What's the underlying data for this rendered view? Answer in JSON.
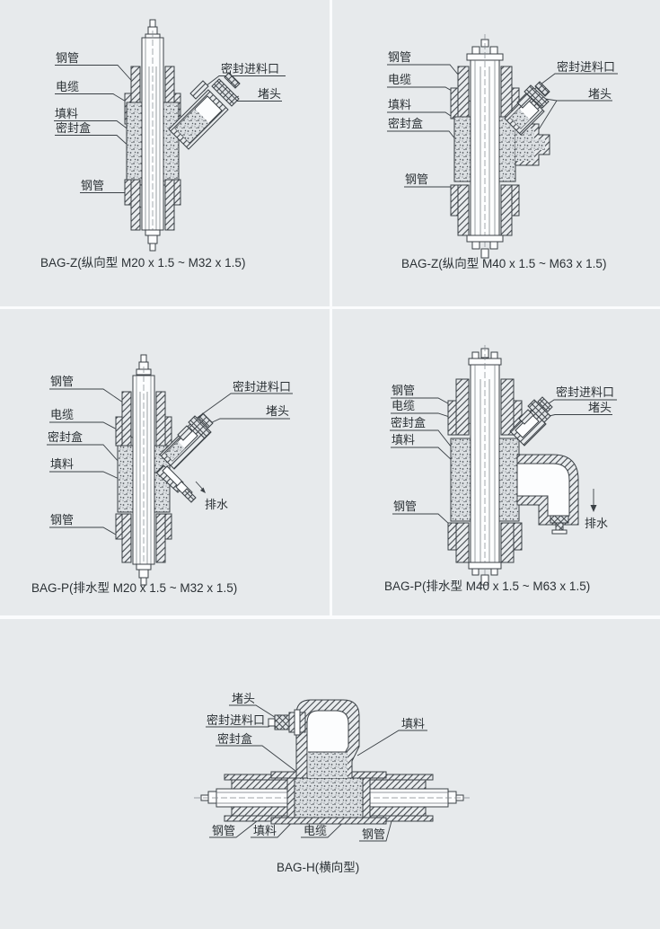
{
  "page": {
    "background": "#e7eaec",
    "divider_color": "#fbfcfd",
    "line_color": "#3b4146",
    "text_color": "#2b3135"
  },
  "panels": [
    {
      "id": "bag-z-small",
      "caption": "BAG-Z(纵向型 M20 x 1.5 ~ M32 x 1.5)",
      "labels": {
        "steel_pipe_top": "钢管",
        "cable": "电缆",
        "filler": "填料",
        "seal_box": "密封盒",
        "steel_pipe_bottom": "钢管",
        "seal_inlet": "密封进料口",
        "plug": "堵头"
      }
    },
    {
      "id": "bag-z-large",
      "caption": "BAG-Z(纵向型 M40 x 1.5 ~ M63 x 1.5)",
      "labels": {
        "steel_pipe_top": "钢管",
        "cable": "电缆",
        "filler": "填料",
        "seal_box": "密封盒",
        "steel_pipe_bottom": "钢管",
        "seal_inlet": "密封进料口",
        "plug": "堵头"
      }
    },
    {
      "id": "bag-p-small",
      "caption": "BAG-P(排水型 M20 x 1.5 ~ M32 x 1.5)",
      "labels": {
        "steel_pipe_top": "钢管",
        "cable": "电缆",
        "seal_box": "密封盒",
        "filler": "填料",
        "steel_pipe_bottom": "钢管",
        "seal_inlet": "密封进料口",
        "plug": "堵头",
        "drain": "排水"
      }
    },
    {
      "id": "bag-p-large",
      "caption": "BAG-P(排水型 M40 x 1.5 ~ M63 x 1.5)",
      "labels": {
        "steel_pipe_top": "钢管",
        "cable": "电缆",
        "seal_box": "密封盒",
        "filler": "填料",
        "steel_pipe_bottom": "钢管",
        "seal_inlet": "密封进料口",
        "plug": "堵头",
        "drain": "排水"
      }
    },
    {
      "id": "bag-h",
      "caption": "BAG-H(横向型)",
      "labels": {
        "plug": "堵头",
        "seal_inlet": "密封进料口",
        "seal_box": "密封盒",
        "filler_top": "填料",
        "steel_pipe_left": "钢管",
        "filler_bottom": "填料",
        "cable": "电缆",
        "steel_pipe_right": "钢管"
      }
    }
  ]
}
